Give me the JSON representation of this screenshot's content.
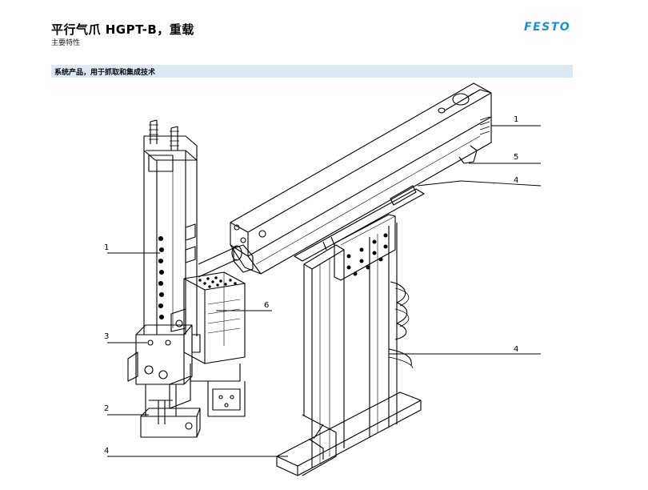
{
  "header": {
    "title": "平行气爪 HGPT-B，重载",
    "subtitle": "主要特性",
    "brand_logo": "FESTO",
    "brand_color": "#1a8fd8"
  },
  "section": {
    "heading": "系统产品，用于抓取和集成技术",
    "bar_color": "#dbe9f6"
  },
  "drawing": {
    "callouts": [
      "1",
      "1",
      "5",
      "4",
      "6",
      "3",
      "4",
      "2",
      "4"
    ]
  }
}
